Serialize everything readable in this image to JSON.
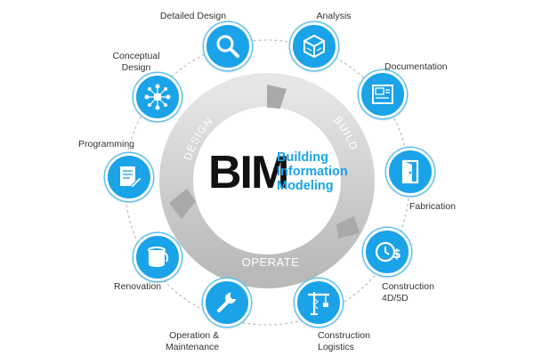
{
  "center": {
    "title": "BIM",
    "subtitle_lines": [
      "Building",
      "Information",
      "Modeling"
    ]
  },
  "cycle_phases": [
    "DESIGN",
    "BUILD",
    "OPERATE"
  ],
  "nodes": [
    {
      "label_lines": [
        "Detailed Design"
      ],
      "icon": "magnifier-icon"
    },
    {
      "label_lines": [
        "Analysis"
      ],
      "icon": "cube-analysis-icon"
    },
    {
      "label_lines": [
        "Documentation"
      ],
      "icon": "blueprint-icon"
    },
    {
      "label_lines": [
        "Fabrication"
      ],
      "icon": "door-icon"
    },
    {
      "label_lines": [
        "Construction",
        "4D/5D"
      ],
      "icon": "clock-dollar-icon"
    },
    {
      "label_lines": [
        "Construction",
        "Logistics"
      ],
      "icon": "crane-icon"
    },
    {
      "label_lines": [
        "Operation &",
        "Maintenance"
      ],
      "icon": "wrench-icon"
    },
    {
      "label_lines": [
        "Renovation"
      ],
      "icon": "paint-bucket-icon"
    },
    {
      "label_lines": [
        "Programming"
      ],
      "icon": "document-pencil-icon"
    },
    {
      "label_lines": [
        "Conceptual",
        "Design"
      ],
      "icon": "network-icon"
    }
  ],
  "colors": {
    "accent_blue": "#1aa3e8",
    "arrow_gray": "#c4c4c4",
    "title_black": "#111111"
  }
}
